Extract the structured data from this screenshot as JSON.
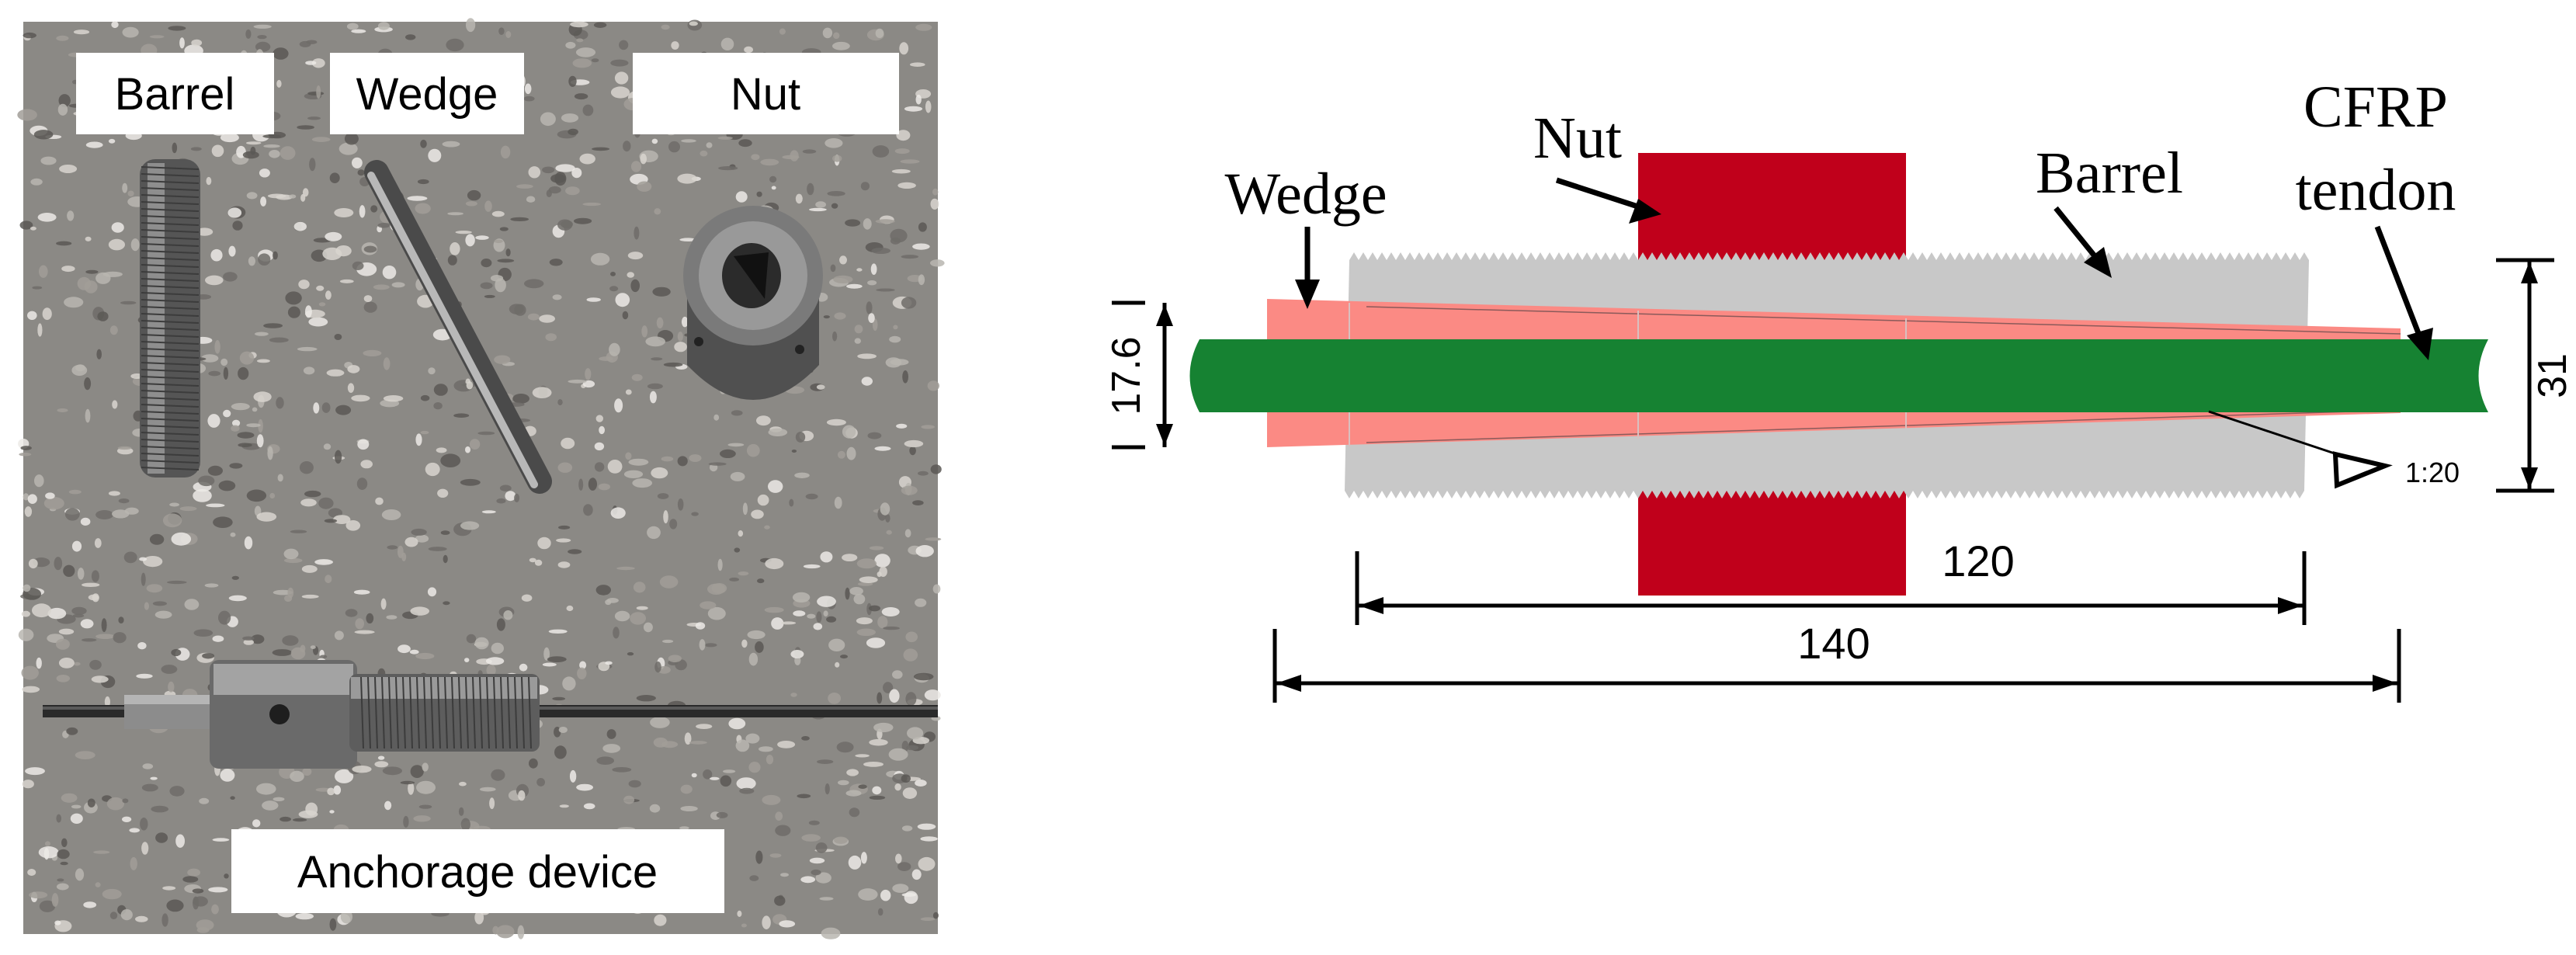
{
  "photo": {
    "labels": {
      "barrel": "Barrel",
      "wedge": "Wedge",
      "nut": "Nut",
      "device": "Anchorage device"
    }
  },
  "drawing": {
    "labels": {
      "nut": "Nut",
      "wedge": "Wedge",
      "barrel": "Barrel",
      "tendon_line1": "CFRP",
      "tendon_line2": "tendon"
    },
    "dimensions": {
      "inner_length": "120",
      "outer_length": "140",
      "wedge_dia": "17.6",
      "barrel_dia": "31",
      "taper": "1:20"
    },
    "colors": {
      "nut": "#c0001b",
      "barrel": "#c8c8c8",
      "wedge": "#fb8a84",
      "tendon": "#168232"
    }
  }
}
